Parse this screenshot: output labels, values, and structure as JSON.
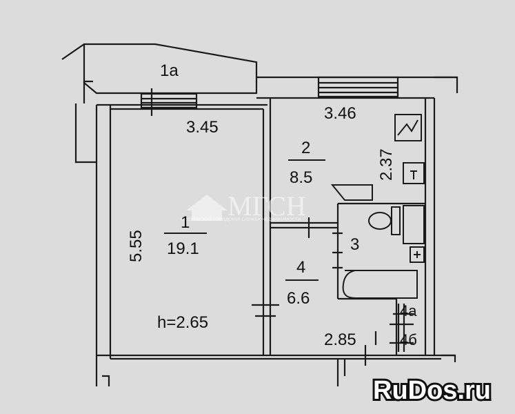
{
  "rooms": [
    {
      "number": "1a"
    },
    {
      "number": "1",
      "area": "19.1",
      "height": "h=2.65"
    },
    {
      "number": "2",
      "area": "8.5"
    },
    {
      "number": "3"
    },
    {
      "number": "4",
      "area": "6.6"
    },
    {
      "number": "4a"
    },
    {
      "number": "4б"
    }
  ],
  "dimensions": {
    "room1_width": "3.45",
    "room1_length": "5.55",
    "room2_width": "3.46",
    "room2_depth": "2.37",
    "room4_width": "2.85"
  },
  "watermark": {
    "logo": "МГСН",
    "subtitle": "МОСКОВСКАЯ ГОРОДСКАЯ СЛУЖБА НЕДВИЖИМОСТИ"
  },
  "badge": {
    "text": "RuDos.ru"
  },
  "colors": {
    "background": "#dcdcdc",
    "line": "#1a1a1a",
    "badge": "#111111"
  }
}
